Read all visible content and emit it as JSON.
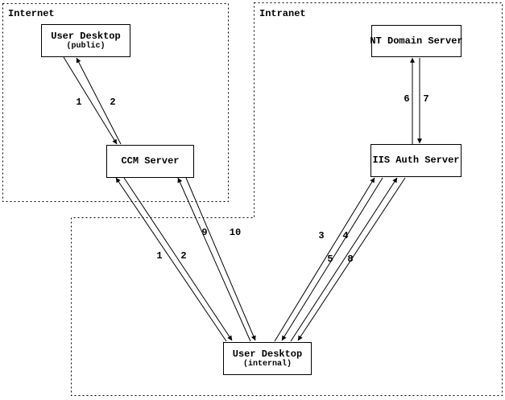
{
  "diagram": {
    "regions": {
      "internet": {
        "label": "Internet"
      },
      "intranet": {
        "label": "Intranet"
      }
    },
    "nodes": {
      "user_desktop_public": {
        "title": "User Desktop",
        "subtitle": "(public)"
      },
      "ccm_server": {
        "title": "CCM Server"
      },
      "nt_domain_server": {
        "title": "NT Domain Server"
      },
      "iis_auth_server": {
        "title": "IIS Auth Server"
      },
      "user_desktop_internal": {
        "title": "User Desktop",
        "subtitle": "(internal)"
      }
    },
    "edge_labels": {
      "internet_step1": "1",
      "internet_step2": "2",
      "internal_step1": "1",
      "internal_step2": "2",
      "step3": "3",
      "step4": "4",
      "step5": "5",
      "step6": "6",
      "step7": "7",
      "step8": "8",
      "step9": "9",
      "step10": "10"
    },
    "connections": [
      {
        "label": "1",
        "from": "User Desktop (public)",
        "to": "CCM Server"
      },
      {
        "label": "2",
        "from": "CCM Server",
        "to": "User Desktop (public)"
      },
      {
        "label": "1",
        "from": "User Desktop (internal)",
        "to": "CCM Server"
      },
      {
        "label": "2",
        "from": "CCM Server",
        "to": "User Desktop (internal)"
      },
      {
        "label": "3",
        "from": "User Desktop (internal)",
        "to": "IIS Auth Server"
      },
      {
        "label": "4",
        "from": "IIS Auth Server",
        "to": "User Desktop (internal)"
      },
      {
        "label": "5",
        "from": "User Desktop (internal)",
        "to": "IIS Auth Server"
      },
      {
        "label": "6",
        "from": "IIS Auth Server",
        "to": "NT Domain Server"
      },
      {
        "label": "7",
        "from": "NT Domain Server",
        "to": "IIS Auth Server"
      },
      {
        "label": "8",
        "from": "IIS Auth Server",
        "to": "User Desktop (internal)"
      },
      {
        "label": "9",
        "from": "User Desktop (internal)",
        "to": "CCM Server"
      },
      {
        "label": "10",
        "from": "CCM Server",
        "to": "User Desktop (internal)"
      }
    ],
    "colors": {
      "foreground": "#000000",
      "background": "#ffffff"
    }
  }
}
